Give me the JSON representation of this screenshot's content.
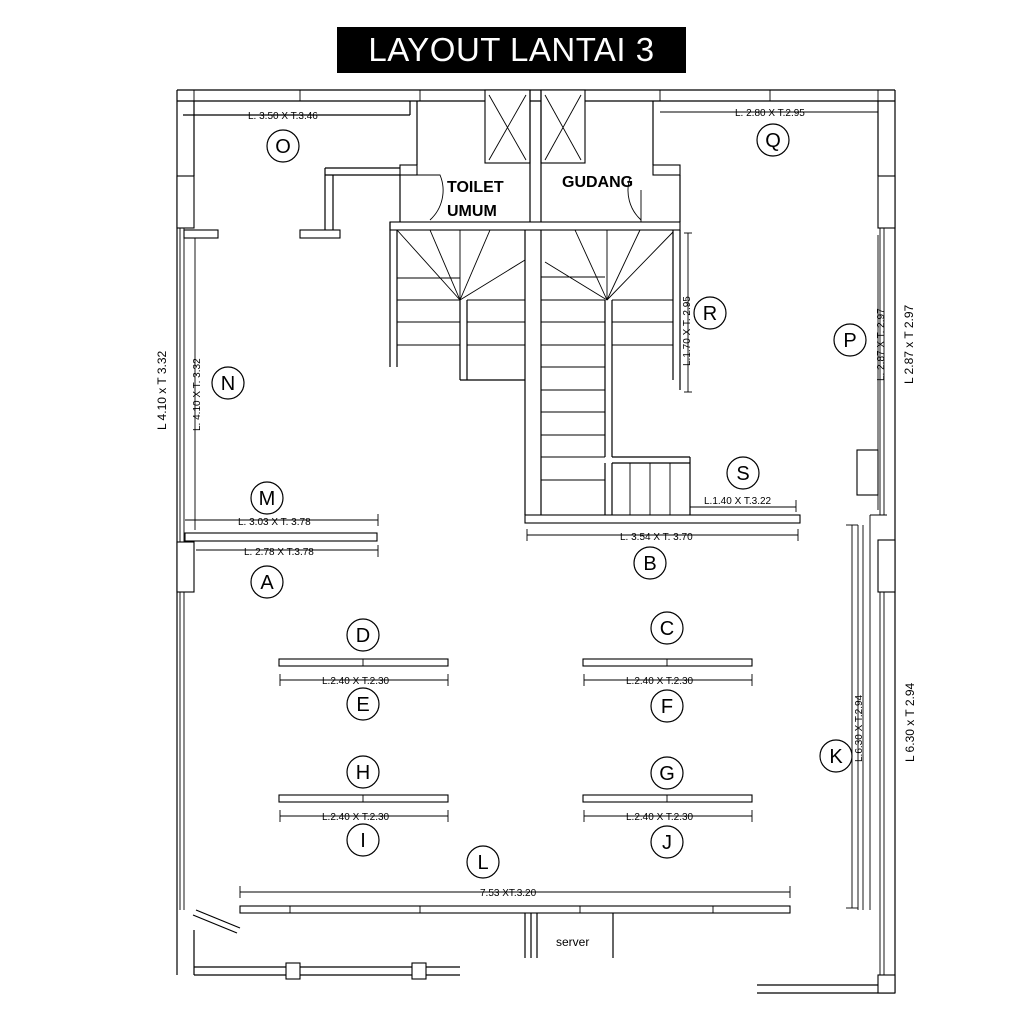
{
  "title": "LAYOUT LANTAI 3",
  "rooms": {
    "toilet_line1": "TOILET",
    "toilet_line2": "UMUM",
    "gudang": "GUDANG",
    "server": "server"
  },
  "markers": {
    "A": "A",
    "B": "B",
    "C": "C",
    "D": "D",
    "E": "E",
    "F": "F",
    "G": "G",
    "H": "H",
    "I": "I",
    "J": "J",
    "K": "K",
    "L": "L",
    "M": "M",
    "N": "N",
    "O": "O",
    "P": "P",
    "Q": "Q",
    "R": "R",
    "S": "S"
  },
  "dims": {
    "O": "L. 3.50 X T.3.46",
    "Q": "L. 2.80 X T.2.95",
    "R": "L.1.70 X T. 2.95",
    "P_inner": "L. 2.87 X T. 2.97",
    "P_outer": "L 2.87 x T 2.97",
    "N_outer": "L 4.10 x T 3.32",
    "N_inner": "L. 4.10 X T. 3.32",
    "M": "L. 3.03 X T. 3.78",
    "A": "L. 2.78 X T.3.78",
    "S": "L.1.40 X T.3.22",
    "B": "L. 3.54 X T. 3.70",
    "DE": "L.2.40 X T.2.30",
    "CF": "L.2.40 X T.2.30",
    "HI": "L.2.40 X T.2.30",
    "GJ": "L.2.40 X T.2.30",
    "K_inner": "L.6.30 X T.2.94",
    "K_outer": "L 6.30 x T 2.94",
    "L": "7.53 XT.3.20"
  }
}
